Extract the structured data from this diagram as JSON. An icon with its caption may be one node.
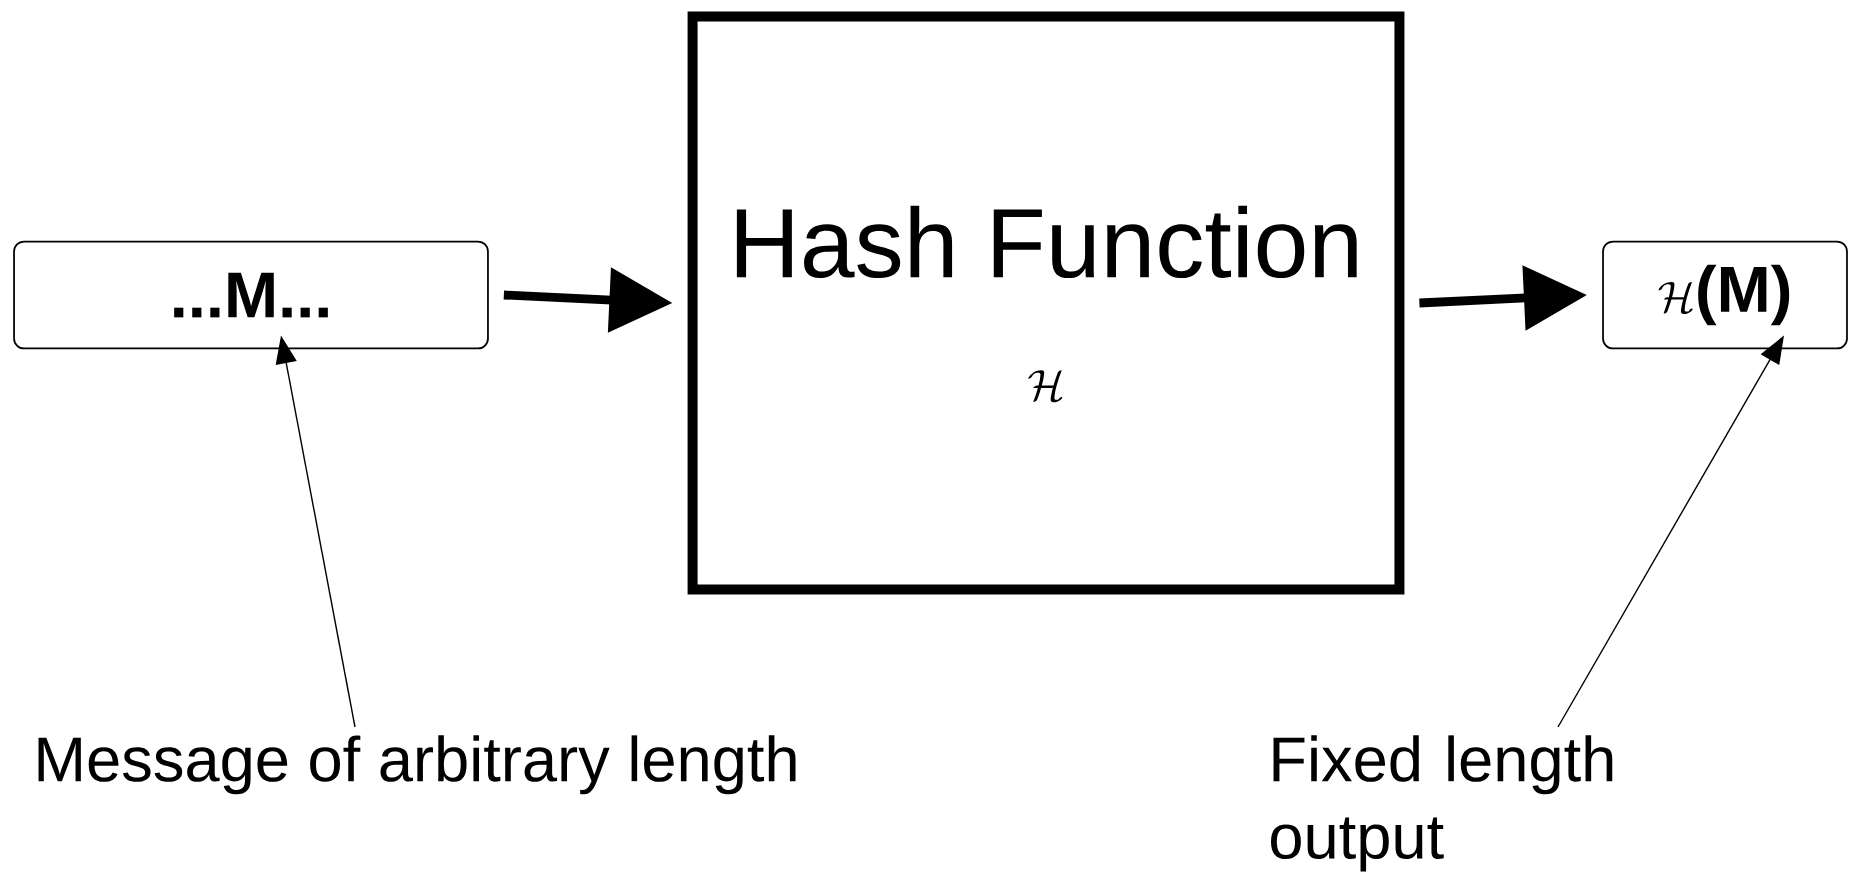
{
  "diagram": {
    "nodes": [
      {
        "text": [
          "...M..."
        ]
      },
      {
        "text": [
          "Hash Function",
          "\\mathcal{H}"
        ]
      },
      {
        "text": [
          "\\mathcal{H}\\textbf{(M)}"
        ]
      },
      {
        "text": [
          "Message of arbitrary length"
        ]
      },
      {
        "text": [
          "Fixed length output"
        ]
      }
    ],
    "edges": [
      {
        "from": 0,
        "to": 1,
        "arrow": "to",
        "style": "thick"
      },
      {
        "from": 1,
        "to": 2,
        "arrow": "to",
        "style": "thick"
      },
      {
        "from": 3,
        "to": 0,
        "arrow": "to"
      },
      {
        "from": 4,
        "to": 2,
        "arrow": "to"
      }
    ]
  }
}
